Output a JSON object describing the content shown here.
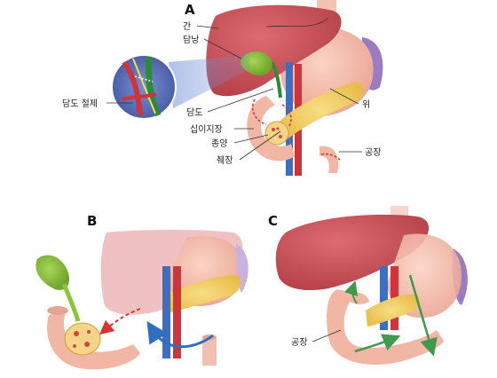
{
  "panels": {
    "a": {
      "letter": "A",
      "labels": {
        "liver": "간",
        "gallbladder": "담낭",
        "bile_duct_resection": "담도 절제",
        "bile_duct": "담도",
        "duodenum": "십이지장",
        "tumor": "종양",
        "pancreas": "췌장",
        "stomach": "위",
        "jejunum": "공장"
      }
    },
    "b": {
      "letter": "B"
    },
    "c": {
      "letter": "C",
      "labels": {
        "jejunum": "공장"
      }
    }
  },
  "colors": {
    "liver": "#c9545a",
    "liver_dark": "#a63c44",
    "stomach": "#f3b8a6",
    "pancreas": "#f2d06a",
    "gallbladder": "#8ec43c",
    "artery": "#d0343a",
    "vein": "#3a6fc4",
    "spleen": "#9b7bc4",
    "arrow_red": "#d9342b",
    "arrow_blue": "#2f6fc0",
    "arrow_green": "#3f9a4a"
  }
}
